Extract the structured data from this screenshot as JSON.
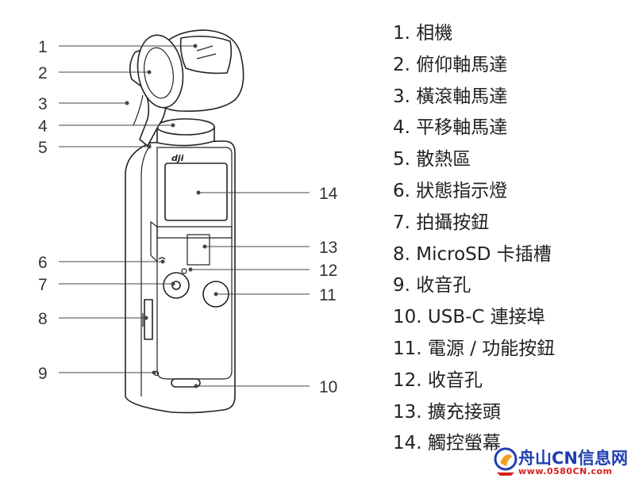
{
  "callouts": {
    "c1": "1",
    "c2": "2",
    "c3": "3",
    "c4": "4",
    "c5": "5",
    "c6": "6",
    "c7": "7",
    "c8": "8",
    "c9": "9",
    "c10": "10",
    "c11": "11",
    "c12": "12",
    "c13": "13",
    "c14": "14"
  },
  "legend": [
    "1. 相機",
    "2. 俯仰軸馬達",
    "3. 橫滾軸馬達",
    "4. 平移軸馬達",
    "5. 散熱區",
    "6. 狀態指示燈",
    "7. 拍攝按鈕",
    "8. MicroSD 卡插槽",
    "9. 收音孔",
    "10. USB-C 連接埠",
    "11. 電源 / 功能按鈕",
    "12. 收音孔",
    "13. 擴充接頭",
    "14. 觸控螢幕"
  ],
  "device": {
    "logo": "dji"
  },
  "watermark": {
    "main": "舟山CN信息网",
    "url": "www.0580CN.com"
  },
  "colors": {
    "watermark_blue": "#1f3fb0",
    "watermark_red": "#d61f1f"
  }
}
